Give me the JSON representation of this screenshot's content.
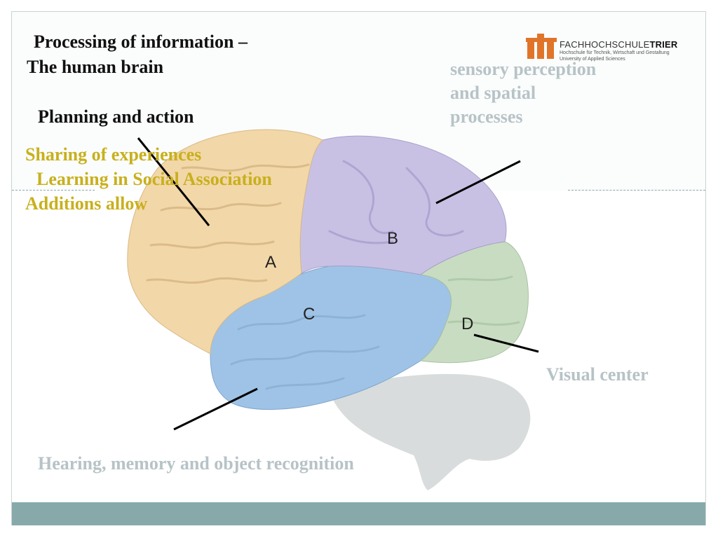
{
  "title": {
    "line1": "Processing of information –",
    "line2": "The human brain"
  },
  "labels": {
    "planning": "Planning and action",
    "sharing": [
      "Sharing of experiences",
      "Learning in Social Association",
      "Additions allow"
    ],
    "sensory": [
      "sensory perception",
      "and spatial",
      "processes"
    ],
    "visual": "Visual center",
    "hearing": "Hearing, memory and object recognition"
  },
  "regions": {
    "a": "A",
    "b": "B",
    "c": "C",
    "d": "D"
  },
  "logo": {
    "name_light": "FACHHOCHSCHULE",
    "name_bold": "TRIER",
    "sub1": "Hochschule für Technik, Wirtschaft und Gestaltung",
    "sub2": "University of Applied Sciences"
  },
  "colors": {
    "frontal": "#f2d7a9",
    "parietal": "#c9c1e4",
    "temporal": "#9fc3e6",
    "occipital": "#c8dcc2",
    "accent_yellow": "#c8b01c",
    "bar": "#87a9aa"
  }
}
